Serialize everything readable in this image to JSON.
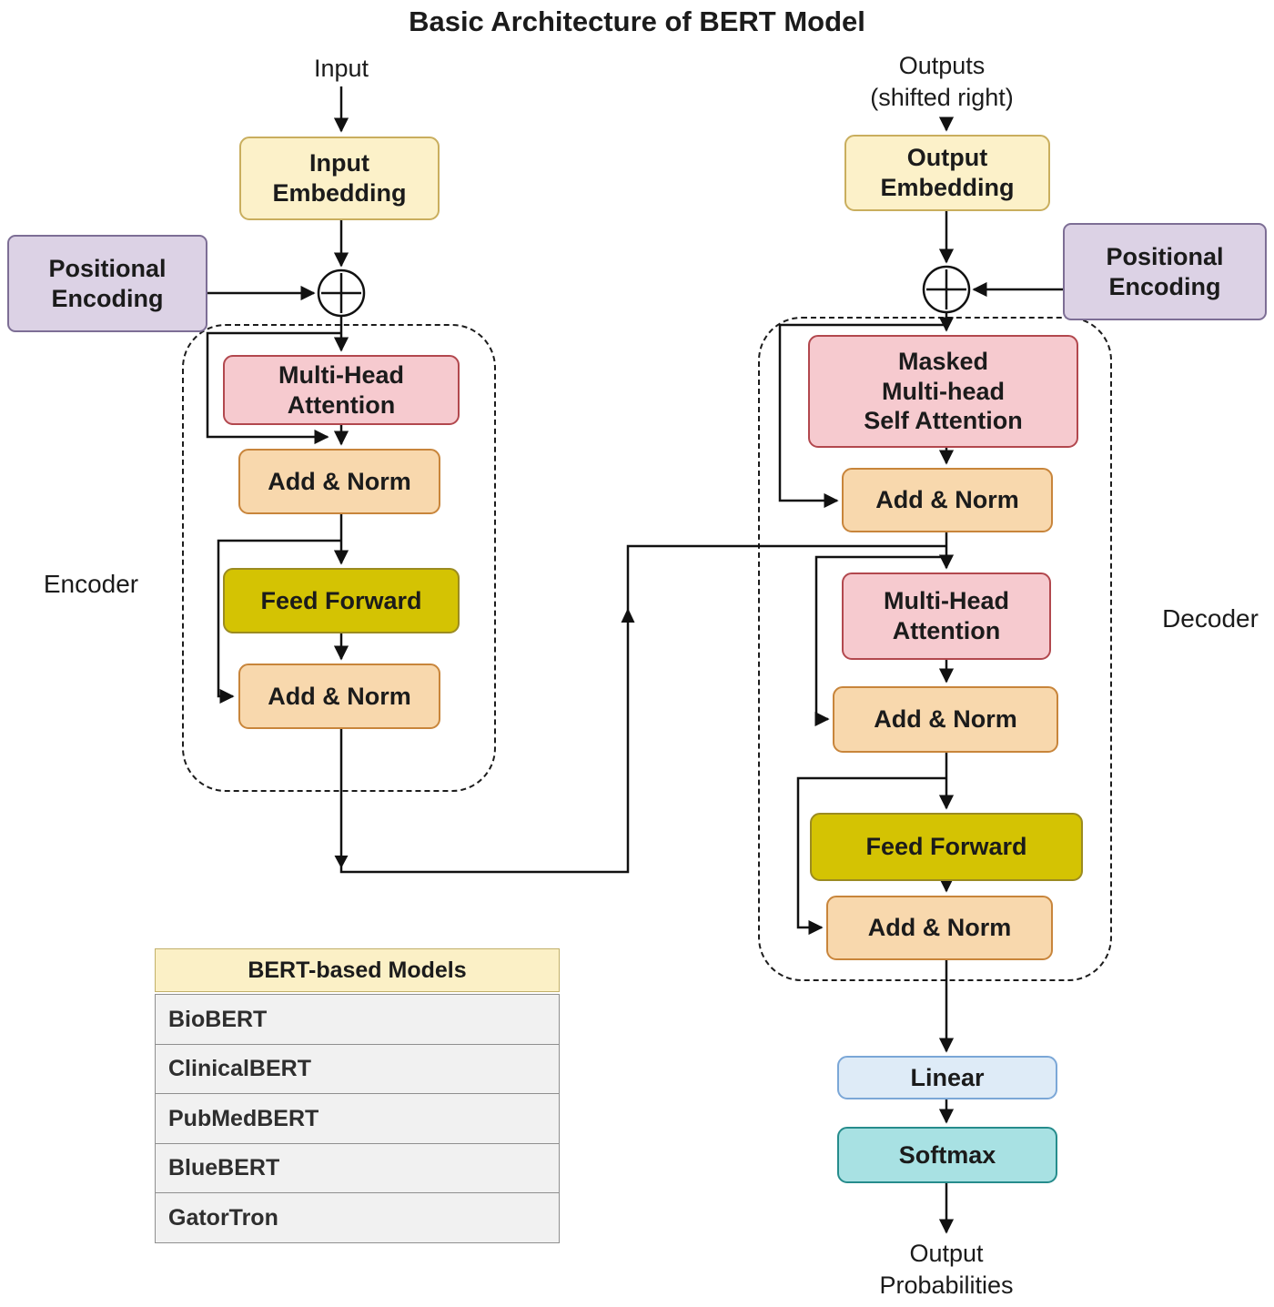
{
  "title": "Basic Architecture of BERT Model",
  "labels": {
    "input": "Input",
    "outputs": "Outputs\n(shifted right)",
    "encoder": "Encoder",
    "decoder": "Decoder",
    "output_probabilities": "Output\nProbabilities"
  },
  "encoder": {
    "input_embedding": "Input\nEmbedding",
    "positional_encoding": "Positional\nEncoding",
    "multi_head_attention": "Multi-Head\nAttention",
    "add_norm_1": "Add & Norm",
    "feed_forward": "Feed Forward",
    "add_norm_2": "Add & Norm"
  },
  "decoder": {
    "output_embedding": "Output\nEmbedding",
    "positional_encoding": "Positional\nEncoding",
    "masked_self_attention": "Masked\nMulti-head\nSelf Attention",
    "add_norm_1": "Add & Norm",
    "multi_head_attention": "Multi-Head\nAttention",
    "add_norm_2": "Add & Norm",
    "feed_forward": "Feed Forward",
    "add_norm_3": "Add & Norm",
    "linear": "Linear",
    "softmax": "Softmax"
  },
  "bert_models_table": {
    "header": "BERT-based Models",
    "rows": [
      "BioBERT",
      "ClinicalBERT",
      "PubMedBERT",
      "BlueBERT",
      "GatorTron"
    ]
  },
  "colors": {
    "embedding_fill": "#FCF1C9",
    "embedding_border": "#C9AE5E",
    "positional_fill": "#DCD2E5",
    "positional_border": "#7D6E95",
    "attention_fill": "#F6CACF",
    "attention_border": "#B2484E",
    "addnorm_fill": "#F8D8AD",
    "addnorm_border": "#C8853B",
    "feedforward_fill": "#D4C303",
    "feedforward_border": "#9B8B20",
    "linear_fill": "#DEEBF7",
    "linear_border": "#7BA7D7",
    "softmax_fill": "#A8E1E3",
    "softmax_border": "#268C8C",
    "table_header_fill": "#FBF0C6",
    "table_header_border": "#C2B06A",
    "row_fill": "#F1F1F1",
    "row_border": "#8F8F8F"
  }
}
